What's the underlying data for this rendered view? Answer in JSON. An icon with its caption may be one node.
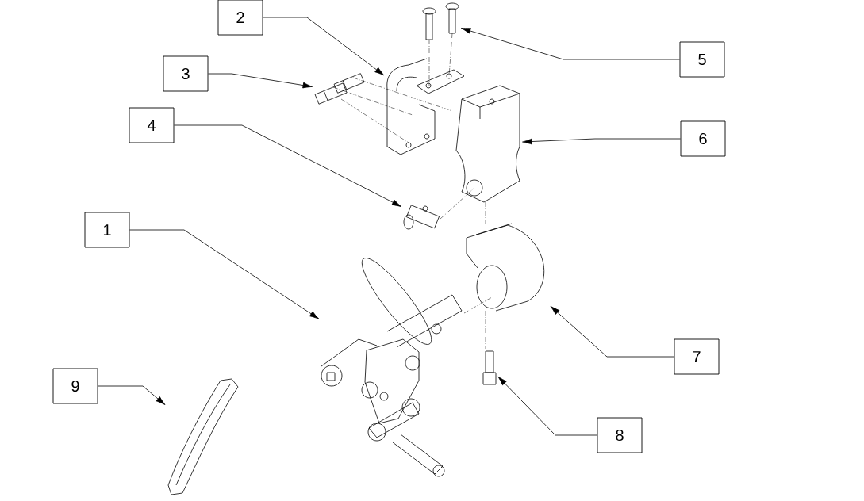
{
  "diagram": {
    "nodes": [
      {
        "text": [
          "1"
        ]
      },
      {
        "text": [
          "2"
        ]
      },
      {
        "text": [
          "3"
        ]
      },
      {
        "text": [
          "4"
        ]
      },
      {
        "text": [
          "5"
        ]
      },
      {
        "text": [
          "6"
        ]
      },
      {
        "text": [
          "7"
        ]
      },
      {
        "text": [
          "8"
        ]
      },
      {
        "text": [
          "9"
        ]
      },
      {
        "text": [],
        "shape": "picture"
      },
      {
        "text": [],
        "shape": "picture"
      },
      {
        "text": [],
        "shape": "picture"
      },
      {
        "text": [],
        "shape": "picture"
      },
      {
        "text": [],
        "shape": "picture"
      },
      {
        "text": [],
        "shape": "picture"
      },
      {
        "text": [],
        "shape": "picture"
      },
      {
        "text": [],
        "shape": "picture"
      },
      {
        "text": [],
        "shape": "picture"
      }
    ],
    "edges": [
      {
        "from": 0,
        "to": 9,
        "arrow": "to"
      },
      {
        "from": 1,
        "to": 10,
        "arrow": "to"
      },
      {
        "from": 2,
        "to": 11,
        "arrow": "to"
      },
      {
        "from": 3,
        "to": 12,
        "arrow": "to"
      },
      {
        "from": 4,
        "to": 13,
        "arrow": "to"
      },
      {
        "from": 5,
        "to": 14,
        "arrow": "to"
      },
      {
        "from": 6,
        "to": 15,
        "arrow": "to"
      },
      {
        "from": 7,
        "to": 16,
        "arrow": "to"
      },
      {
        "from": 8,
        "to": 17,
        "arrow": "to"
      },
      {
        "from": 11,
        "to": 10,
        "arrow": "none",
        "style": "dashed"
      },
      {
        "from": 11,
        "to": 10,
        "arrow": "none",
        "style": "dashed"
      },
      {
        "from": 11,
        "to": 10,
        "arrow": "none",
        "style": "dashed"
      },
      {
        "from": 13,
        "to": 10,
        "arrow": "none",
        "style": "dashed"
      },
      {
        "from": 13,
        "to": 10,
        "arrow": "none",
        "style": "dashed"
      },
      {
        "from": 12,
        "to": 14,
        "arrow": "none",
        "style": "dashed"
      },
      {
        "from": 14,
        "to": 15,
        "arrow": "none",
        "style": "dashed"
      },
      {
        "from": 15,
        "to": 16,
        "arrow": "none",
        "style": "dashed"
      },
      {
        "from": 9,
        "to": 15,
        "arrow": "none",
        "style": "dashed"
      }
    ]
  }
}
